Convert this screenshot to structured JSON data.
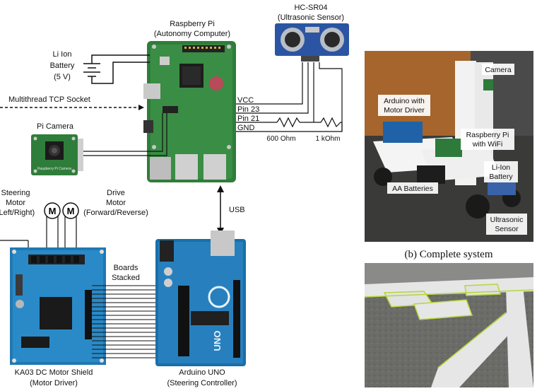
{
  "raspberry_pi": {
    "line1": "Raspberry Pi",
    "line2": "(Autonomy Computer)"
  },
  "ultrasonic": {
    "line1": "HC-SR04",
    "line2": "(Ultrasonic Sensor)"
  },
  "battery": {
    "line1": "Li Ion",
    "line2": "Battery",
    "line3": "(5 V)"
  },
  "tcp_socket": "Multithread TCP Socket",
  "pi_camera": "Pi Camera",
  "pins": {
    "vcc": "VCC",
    "pin23": "Pin 23",
    "pin21": "Pin 21",
    "gnd": "GND"
  },
  "resistors": {
    "r1": "600 Ohm",
    "r2": "1 kOhm"
  },
  "usb": "USB",
  "steering_motor": {
    "line1": "Steering",
    "line2": "Motor",
    "line3": "(Left/Right)"
  },
  "drive_motor": {
    "line1": "Drive",
    "line2": "Motor",
    "line3": "(Forward/Reverse)"
  },
  "motor_symbol": "M",
  "boards_stacked": {
    "line1": "Boards",
    "line2": "Stacked"
  },
  "motor_shield": {
    "line1": "KA03 DC Motor Shield",
    "line2": "(Motor Driver)"
  },
  "arduino": {
    "line1": "Arduino UNO",
    "line2": "(Steering Controller)"
  },
  "photo_labels": {
    "camera": "Camera",
    "arduino_motor_1": "Arduino with",
    "arduino_motor_2": "Motor Driver",
    "rpi_1": "Raspberry Pi",
    "rpi_2": "with WiFi",
    "liion_1": "Li-Ion",
    "liion_2": "Battery",
    "aa": "AA Batteries",
    "us_1": "Ultrasonic",
    "us_2": "Sensor"
  },
  "caption_b": "(b) Complete system",
  "board_text": {
    "camera_pcb": "Raspberry Pi Camera",
    "uno": "UNO"
  },
  "colors": {
    "rpi_board": "#2f7d3a",
    "shield_board": "#1f78b4",
    "uno_board": "#1a6fa8",
    "sensor_board": "#2b55a3",
    "tape_green": "#b5d63a"
  }
}
